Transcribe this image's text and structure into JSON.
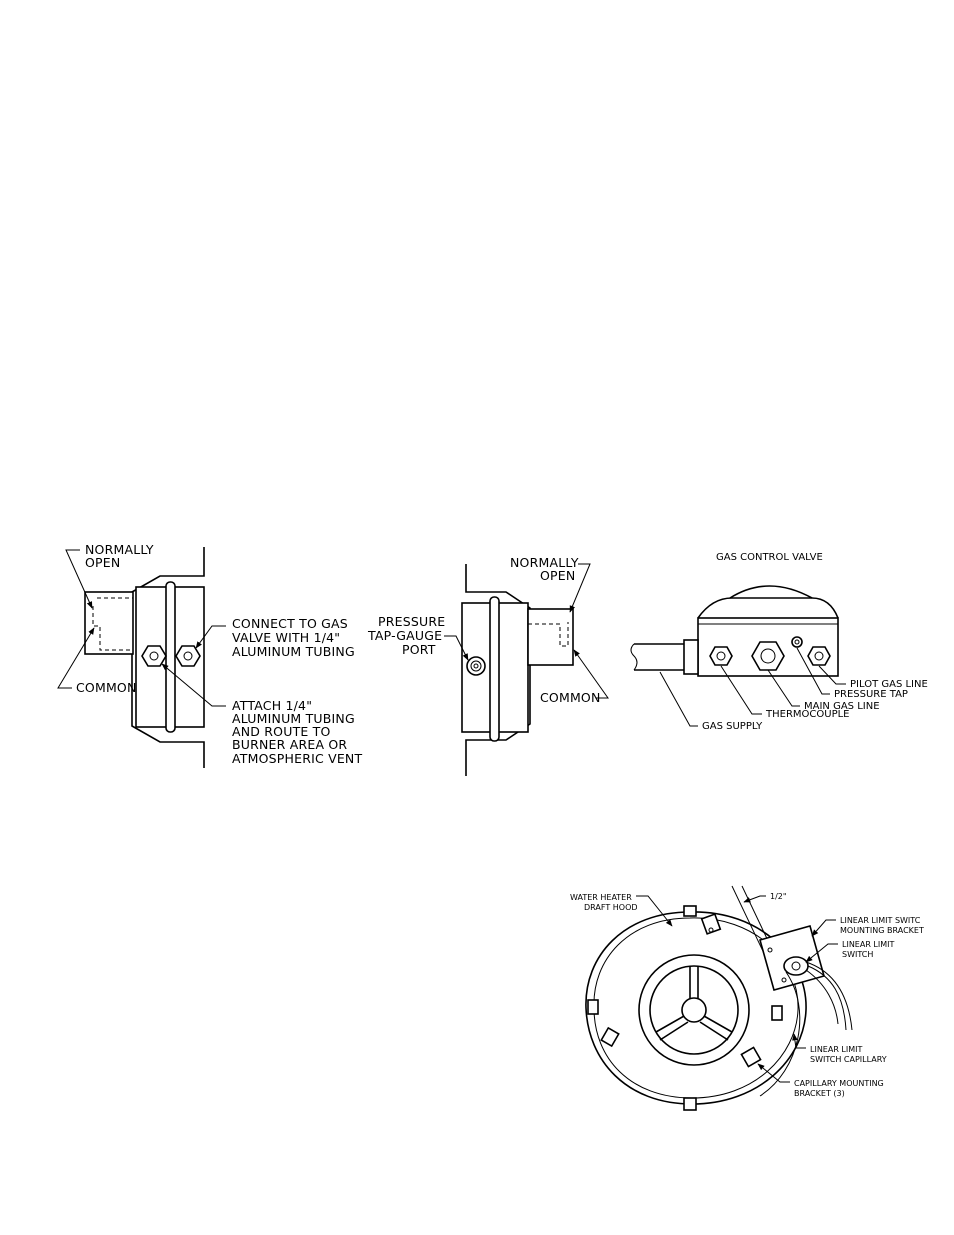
{
  "figure_left": {
    "normally_open": [
      "NORMALLY",
      "OPEN"
    ],
    "common": "COMMON",
    "connect_note": [
      "CONNECT TO GAS",
      "VALVE WITH 1/4\"",
      "ALUMINUM TUBING"
    ],
    "attach_note": [
      "ATTACH 1/4\"",
      "ALUMINUM TUBING",
      "AND ROUTE TO",
      "BURNER AREA OR",
      "ATMOSPHERIC VENT"
    ]
  },
  "figure_middle": {
    "normally_open": [
      "NORMALLY",
      "OPEN"
    ],
    "pressure_tap": [
      "PRESSURE",
      "TAP-GAUGE",
      "PORT"
    ],
    "common": "COMMON"
  },
  "figure_right": {
    "title": "GAS CONTROL VALVE",
    "pilot_gas_line": "PILOT GAS LINE",
    "pressure_tap": "PRESSURE TAP",
    "main_gas_line": "MAIN GAS LINE",
    "thermocouple": "THERMOCOUPLE",
    "gas_supply": "GAS SUPPLY"
  },
  "figure_bottom": {
    "draft_hood": [
      "WATER HEATER",
      "DRAFT HOOD"
    ],
    "half_inch": "1/2\"",
    "mounting_bracket": [
      "LINEAR LIMIT SWITC",
      "MOUNTING BRACKET"
    ],
    "limit_switch": [
      "LINEAR LIMIT",
      "SWITCH"
    ],
    "switch_capillary": [
      "LINEAR LIMIT",
      "SWITCH CAPILLARY"
    ],
    "capillary_bracket": [
      "CAPILLARY MOUNTING",
      "BRACKET (3)"
    ]
  }
}
